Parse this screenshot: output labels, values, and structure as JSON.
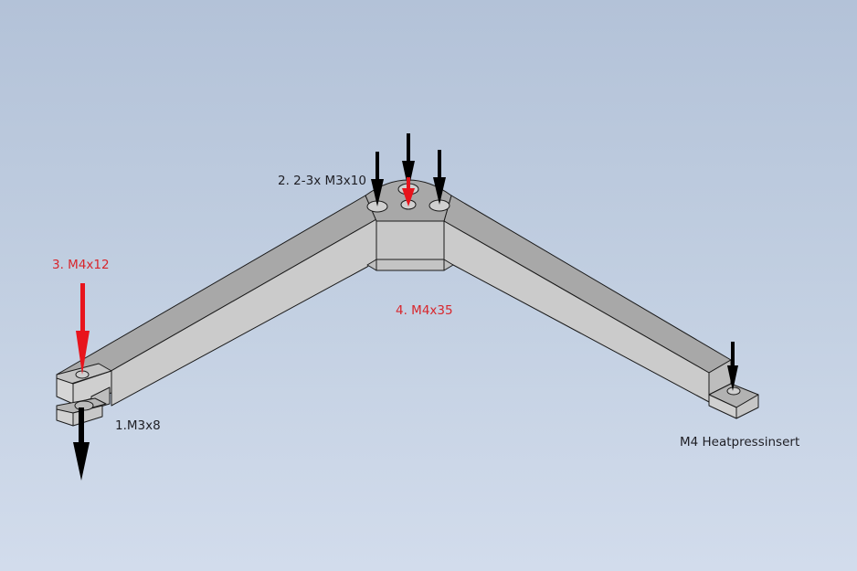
{
  "diagram": {
    "type": "cad-assembly-instruction",
    "part": "V-shaped bracket arm",
    "colors": {
      "background_top": "#b3c2d8",
      "background_bottom": "#d2dcec",
      "part_top_face": "#a9a9a9",
      "part_side_face": "#cdcdcd",
      "part_edge": "#1a1a1a",
      "callout_black": "#000000",
      "callout_red": "#e8141c"
    },
    "callouts": [
      {
        "id": "step1",
        "text": "1.M3x8",
        "color": "black",
        "target": "left clamp lower hole (arrow pointing down)"
      },
      {
        "id": "step2",
        "text": "2. 2-3x M3x10",
        "color": "black",
        "target": "three holes at apex (arrows pointing down)"
      },
      {
        "id": "step3",
        "text": "3. M4x12",
        "color": "red",
        "target": "left clamp upper hole"
      },
      {
        "id": "step4",
        "text": "4. M4x35",
        "color": "red",
        "target": "center apex hole"
      },
      {
        "id": "insert",
        "text": "M4 Heatpressinsert",
        "color": "black",
        "target": "right end tab hole"
      }
    ]
  }
}
